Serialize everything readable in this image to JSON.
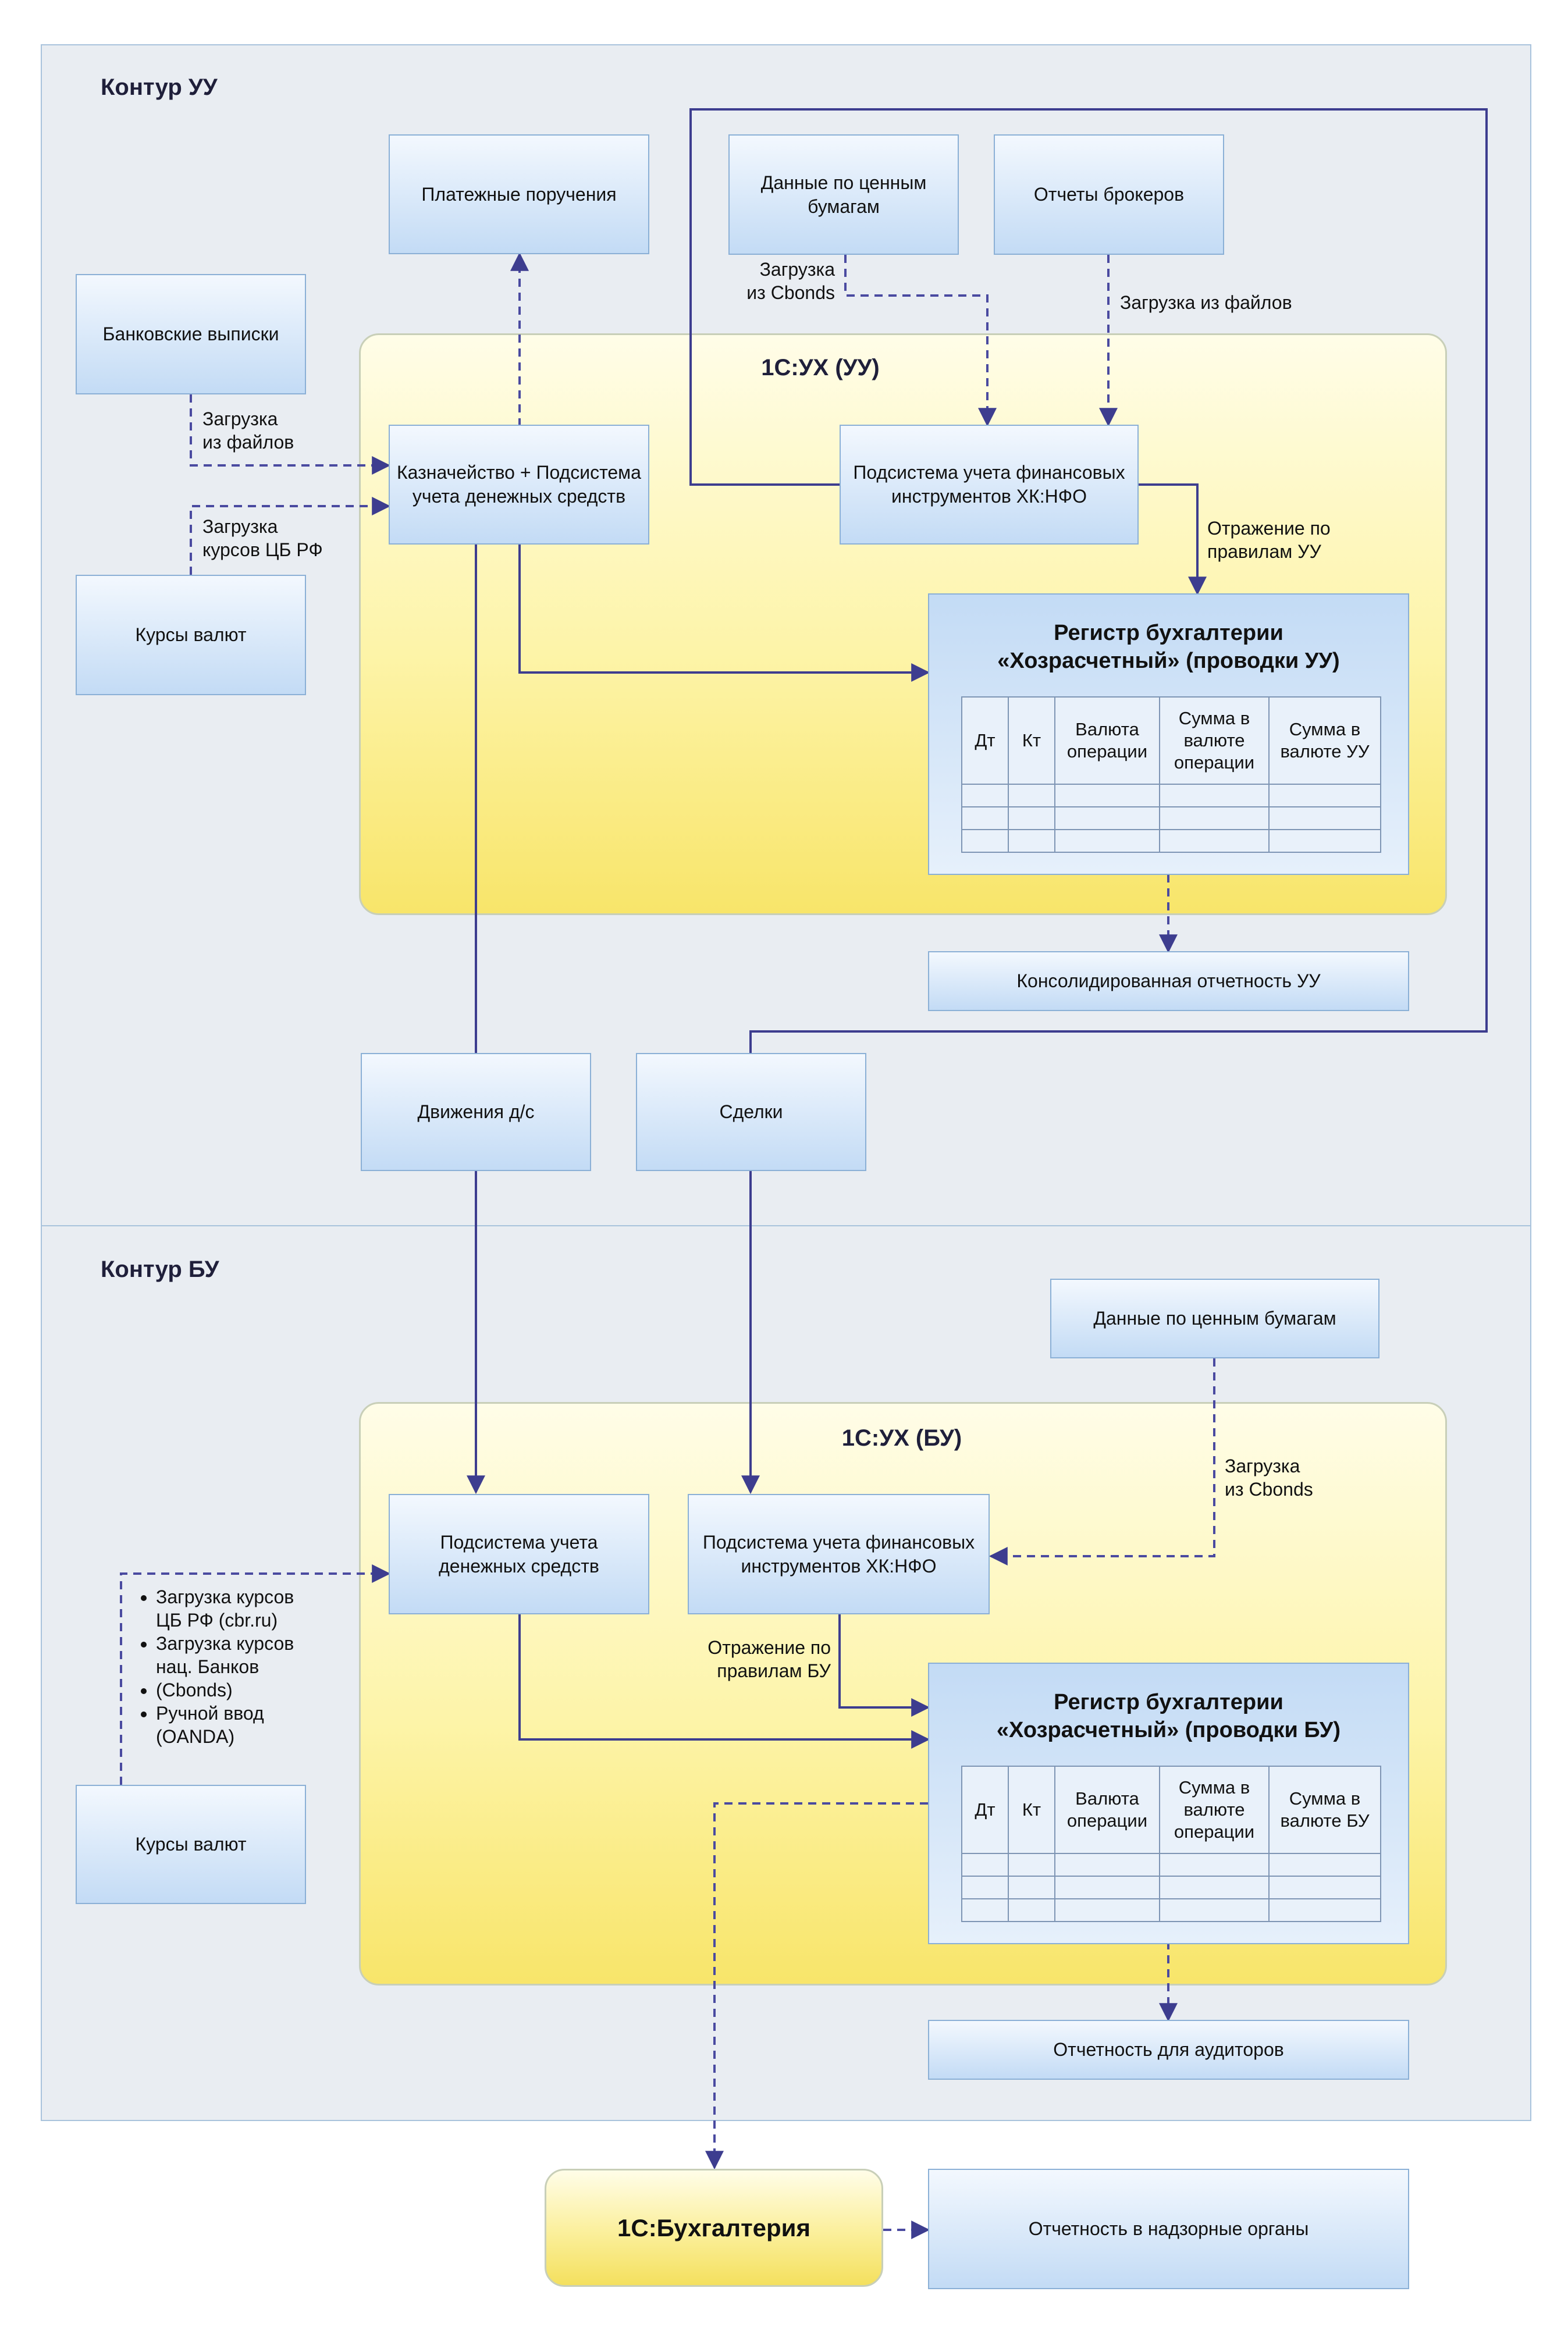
{
  "uu": {
    "title": "Контур УУ",
    "system_title": "1С:УХ (УУ)",
    "bank_statements": "Банковские выписки",
    "payment_orders": "Платежные поручения",
    "securities_data": "Данные по ценным бумагам",
    "broker_reports": "Отчеты брокеров",
    "treasury": "Казначейство + Подсистема учета денежных средств",
    "fin_instruments": "Подсистема учета финансовых инструментов ХК:НФО",
    "currency_rates": "Курсы валют",
    "load_from_files_1": "Загрузка\nиз файлов",
    "load_cbr_rates": "Загрузка\nкурсов ЦБ РФ",
    "load_cbonds": "Загрузка\nиз Cbonds",
    "load_from_files_2": "Загрузка из файлов",
    "reflect_rules": "Отражение по\nправилам УУ",
    "register_title": "Регистр бухгалтерии\n«Хозрасчетный» (проводки УУ)",
    "register_columns": [
      "Дт",
      "Кт",
      "Валюта операции",
      "Сумма в валюте операции",
      "Сумма в валюте УУ"
    ],
    "consolidated": "Консолидированная отчетность УУ",
    "cash_movements": "Движения д/с",
    "deals": "Сделки"
  },
  "bu": {
    "title": "Контур БУ",
    "system_title": "1С:УХ (БУ)",
    "securities_data": "Данные по ценным бумагам",
    "load_cbonds": "Загрузка\nиз Cbonds",
    "cash_subsystem": "Подсистема учета денежных средств",
    "fin_instruments": "Подсистема учета финансовых инструментов ХК:НФО",
    "rate_sources": [
      "Загрузка курсов ЦБ РФ (cbr.ru)",
      "Загрузка курсов нац. Банков",
      "(Cbonds)",
      "Ручной ввод (OANDA)"
    ],
    "currency_rates": "Курсы валют",
    "reflect_rules": "Отражение по\nправилам БУ",
    "register_title": "Регистр бухгалтерии\n«Хозрасчетный» (проводки БУ)",
    "register_columns": [
      "Дт",
      "Кт",
      "Валюта операции",
      "Сумма в валюте операции",
      "Сумма в валюте БУ"
    ],
    "auditors_report": "Отчетность для аудиторов"
  },
  "accounting": {
    "system_title": "1С:Бухгалтерия",
    "regulators_report": "Отчетность в надзорные органы"
  },
  "colors": {
    "solid_line": "#3d3d8f",
    "dashed_line": "#4a4aa0",
    "section_bg": "#e9edf2",
    "box_border": "#8bb0d6"
  }
}
